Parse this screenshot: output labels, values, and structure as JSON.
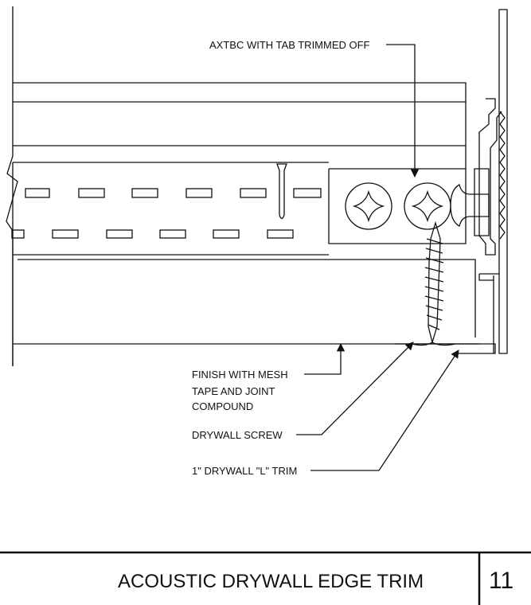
{
  "callouts": {
    "axtbc": "AXTBC WITH TAB TRIMMED OFF",
    "finish_line1": "FINISH WITH MESH",
    "finish_line2": "TAPE AND JOINT",
    "finish_line3": "COMPOUND",
    "screw": "DRYWALL SCREW",
    "trim": "1\" DRYWALL \"L\" TRIM"
  },
  "title_block": {
    "title": "ACOUSTIC DRYWALL EDGE TRIM",
    "sheet_number": "11"
  },
  "colors": {
    "line": "#111111",
    "background": "#ffffff"
  }
}
